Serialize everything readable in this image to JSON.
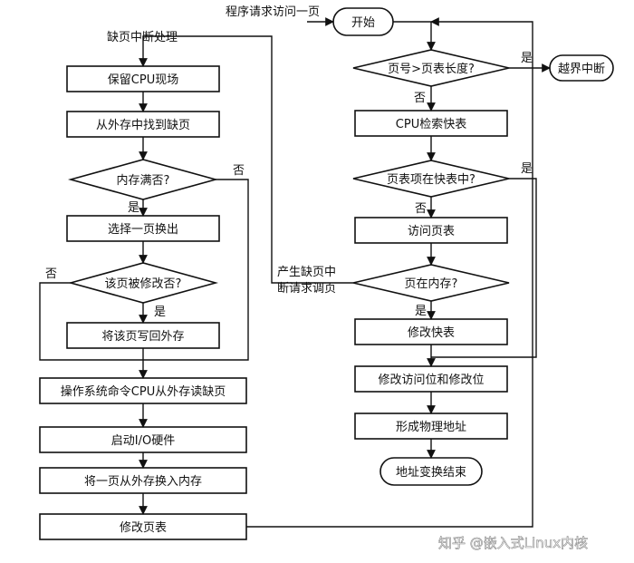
{
  "left": {
    "title": "缺页中断处理",
    "steps": {
      "save_cpu": "保留CPU现场",
      "find_page": "从外存中找到缺页",
      "mem_full": "内存满否?",
      "choose_swap": "选择一页换出",
      "modified": "该页被修改否?",
      "write_back": "将该页写回外存",
      "os_read": "操作系统命令CPU从外存读缺页",
      "start_io": "启动I/O硬件",
      "swap_in": "将一页从外存换入内存",
      "update_table": "修改页表"
    }
  },
  "right": {
    "request": "程序请求访问一页",
    "start": "开始",
    "page_check": "页号>页表长度?",
    "out_of_bounds": "越界中断",
    "cpu_search": "CPU检索快表",
    "in_tlb": "页表项在快表中?",
    "access_table": "访问页表",
    "in_memory": "页在内存?",
    "modify_tlb": "修改快表",
    "modify_bits": "修改访问位和修改位",
    "physical_addr": "形成物理地址",
    "end": "地址变换结束"
  },
  "fault_label": [
    "产生缺页中",
    "断请求调页"
  ],
  "labels": {
    "yes": "是",
    "no": "否"
  },
  "watermark": "知乎 @嵌入式Linux内核"
}
